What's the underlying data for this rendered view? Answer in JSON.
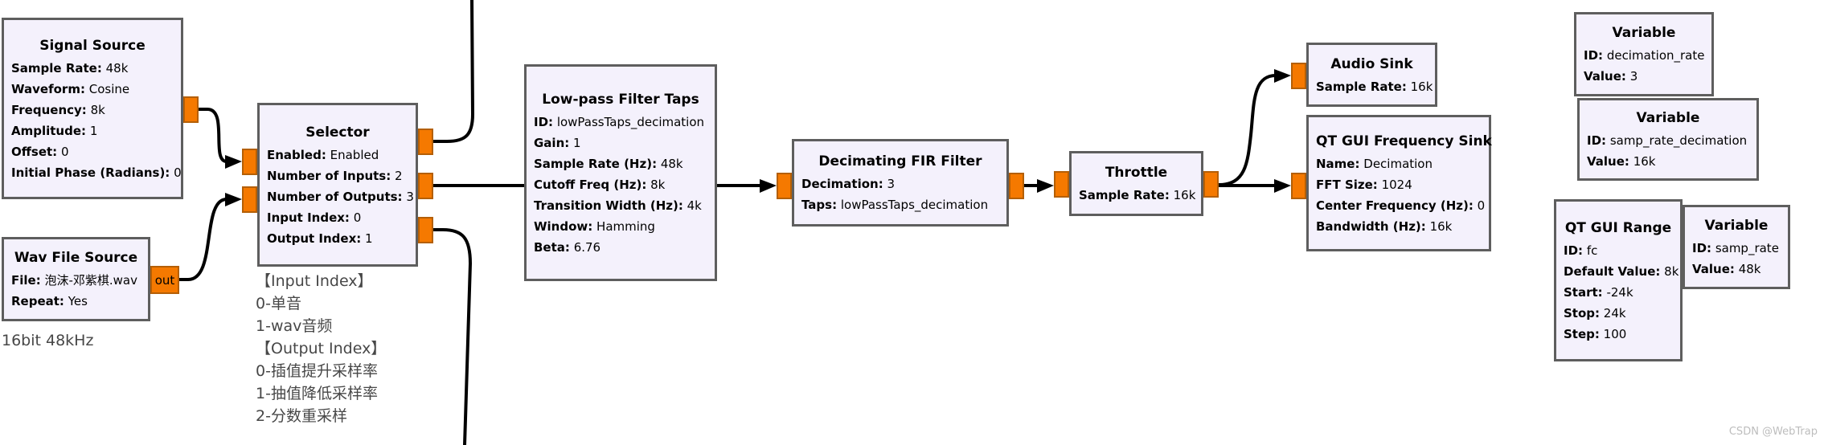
{
  "watermark": "CSDN @WebTrap",
  "colors": {
    "port_fill": "#F57900",
    "port_border": "#B45F06",
    "block_fill": "#F4F1FC",
    "block_border": "#5E5E5E",
    "wire": "#000000",
    "comment_text": "#474747"
  },
  "comments": {
    "wav_note": "16bit 48kHz",
    "selector_note": {
      "line0": "【Input Index】",
      "line1": "0-单音",
      "line2": "1-wav音频",
      "line3": "【Output Index】",
      "line4": "0-插值提升采样率",
      "line5": "1-抽值降低采样率",
      "line6": "2-分数重采样"
    }
  },
  "ports": {
    "wav_out_label": "out"
  },
  "blocks": {
    "signal_source": {
      "title": "Signal Source",
      "params": [
        {
          "k": "Sample Rate:",
          "v": "48k"
        },
        {
          "k": "Waveform:",
          "v": "Cosine"
        },
        {
          "k": "Frequency:",
          "v": "8k"
        },
        {
          "k": "Amplitude:",
          "v": "1"
        },
        {
          "k": "Offset:",
          "v": "0"
        },
        {
          "k": "Initial Phase (Radians):",
          "v": "0"
        }
      ]
    },
    "wav_file_source": {
      "title": "Wav File Source",
      "params": [
        {
          "k": "File:",
          "v": "泡沫-邓紫棋.wav"
        },
        {
          "k": "Repeat:",
          "v": "Yes"
        }
      ]
    },
    "selector": {
      "title": "Selector",
      "params": [
        {
          "k": "Enabled:",
          "v": "Enabled"
        },
        {
          "k": "Number of Inputs:",
          "v": "2"
        },
        {
          "k": "Number of Outputs:",
          "v": "3"
        },
        {
          "k": "Input Index:",
          "v": "0"
        },
        {
          "k": "Output Index:",
          "v": "1"
        }
      ]
    },
    "lowpass_taps": {
      "title": "Low-pass Filter Taps",
      "params": [
        {
          "k": "ID:",
          "v": "lowPassTaps_decimation"
        },
        {
          "k": "Gain:",
          "v": "1"
        },
        {
          "k": "Sample Rate (Hz):",
          "v": "48k"
        },
        {
          "k": "Cutoff Freq (Hz):",
          "v": "8k"
        },
        {
          "k": "Transition Width (Hz):",
          "v": "4k"
        },
        {
          "k": "Window:",
          "v": "Hamming"
        },
        {
          "k": "Beta:",
          "v": "6.76"
        }
      ]
    },
    "decimating_fir": {
      "title": "Decimating FIR Filter",
      "params": [
        {
          "k": "Decimation:",
          "v": "3"
        },
        {
          "k": "Taps:",
          "v": "lowPassTaps_decimation"
        }
      ]
    },
    "throttle": {
      "title": "Throttle",
      "params": [
        {
          "k": "Sample Rate:",
          "v": "16k"
        }
      ]
    },
    "audio_sink": {
      "title": "Audio Sink",
      "params": [
        {
          "k": "Sample Rate:",
          "v": "16k"
        }
      ]
    },
    "qt_freq_sink": {
      "title": "QT GUI Frequency Sink",
      "params": [
        {
          "k": "Name:",
          "v": "Decimation"
        },
        {
          "k": "FFT Size:",
          "v": "1024"
        },
        {
          "k": "Center Frequency (Hz):",
          "v": "0"
        },
        {
          "k": "Bandwidth (Hz):",
          "v": "16k"
        }
      ]
    },
    "var_decimation_rate": {
      "title": "Variable",
      "params": [
        {
          "k": "ID:",
          "v": "decimation_rate"
        },
        {
          "k": "Value:",
          "v": "3"
        }
      ]
    },
    "var_samp_rate_decimation": {
      "title": "Variable",
      "params": [
        {
          "k": "ID:",
          "v": "samp_rate_decimation"
        },
        {
          "k": "Value:",
          "v": "16k"
        }
      ]
    },
    "qt_gui_range": {
      "title": "QT GUI Range",
      "params": [
        {
          "k": "ID:",
          "v": "fc"
        },
        {
          "k": "Default Value:",
          "v": "8k"
        },
        {
          "k": "Start:",
          "v": "-24k"
        },
        {
          "k": "Stop:",
          "v": "24k"
        },
        {
          "k": "Step:",
          "v": "100"
        }
      ]
    },
    "var_samp_rate": {
      "title": "Variable",
      "params": [
        {
          "k": "ID:",
          "v": "samp_rate"
        },
        {
          "k": "Value:",
          "v": "48k"
        }
      ]
    }
  }
}
